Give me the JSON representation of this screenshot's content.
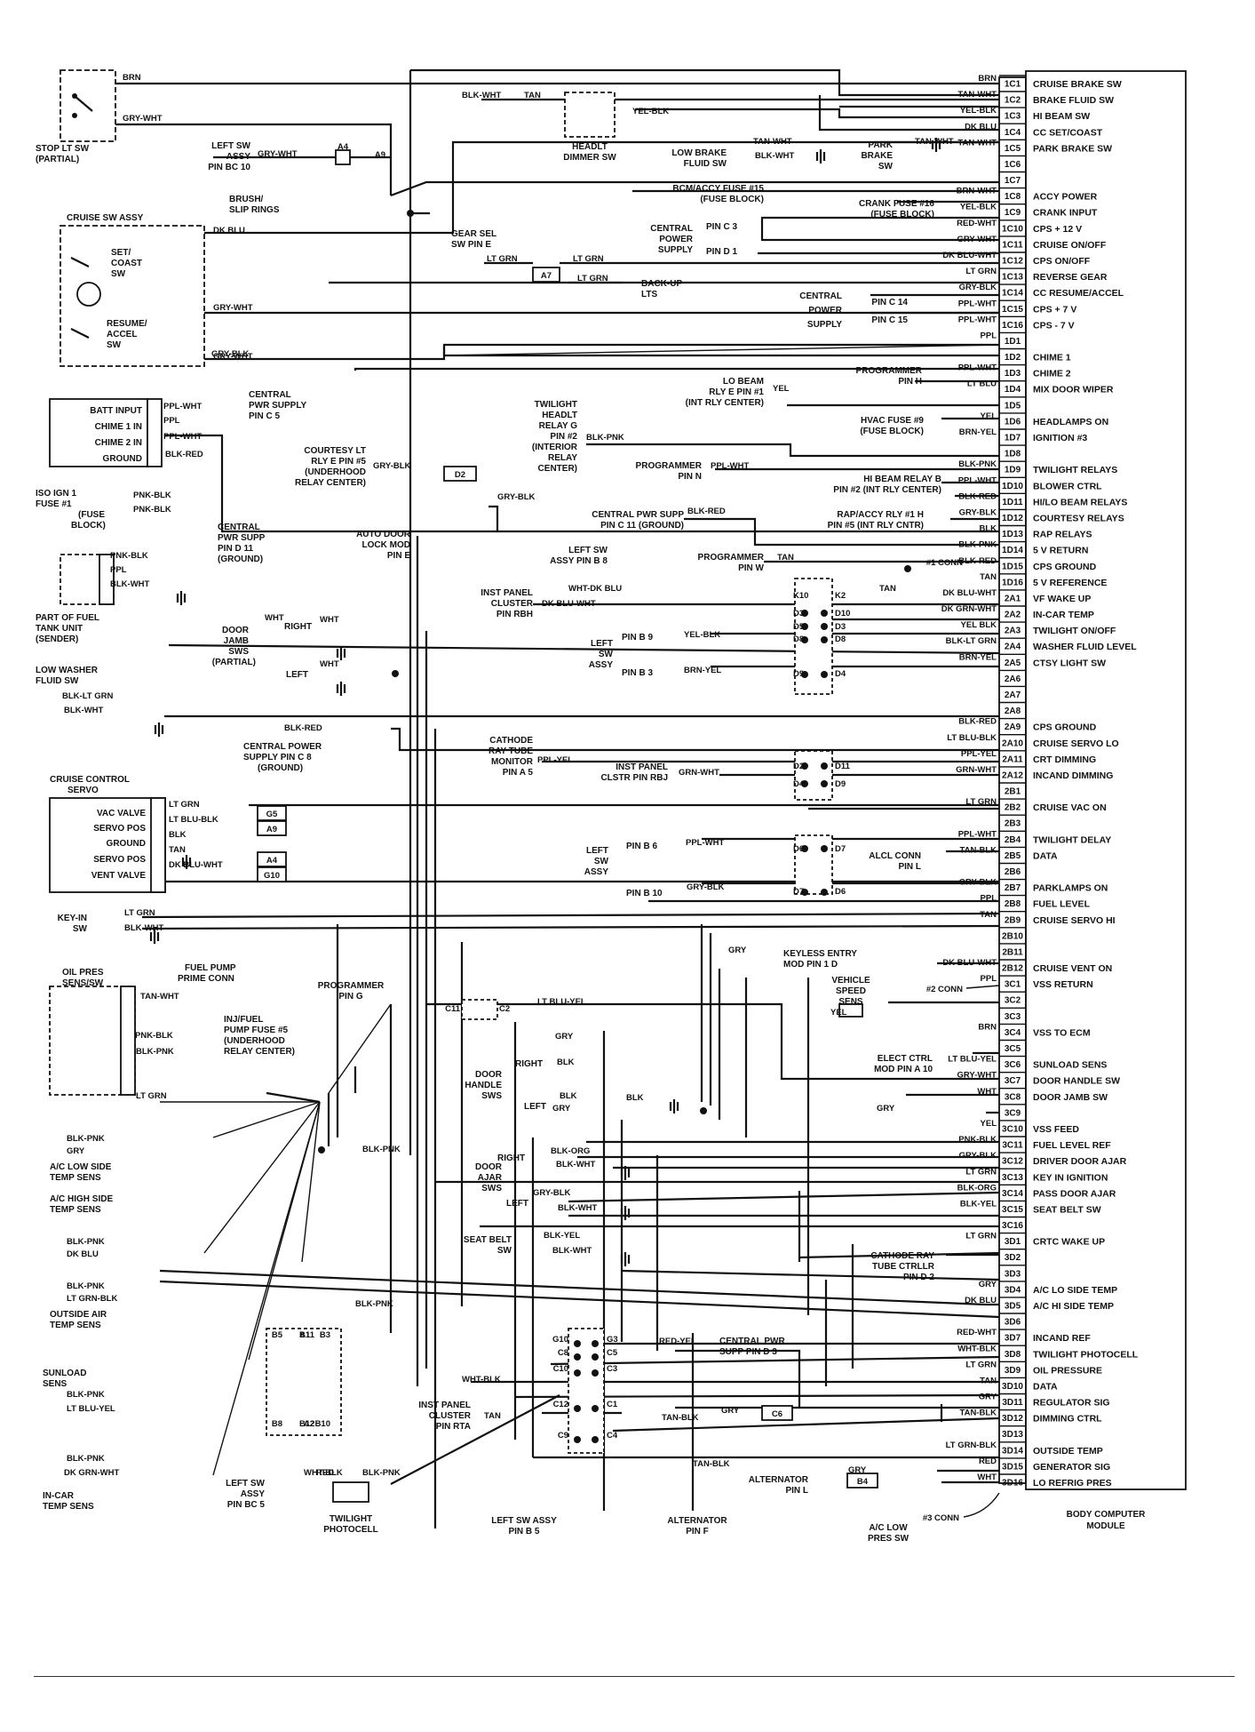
{
  "bcm": {
    "title_line1": "BODY COMPUTER",
    "title_line2": "MODULE",
    "pins": [
      {
        "pin": "1C1",
        "wire": "BRN",
        "signal": "CRUISE BRAKE SW"
      },
      {
        "pin": "1C2",
        "wire": "TAN-WHT",
        "signal": "BRAKE FLUID SW"
      },
      {
        "pin": "1C3",
        "wire": "YEL-BLK",
        "signal": "HI BEAM SW"
      },
      {
        "pin": "1C4",
        "wire": "DK BLU",
        "signal": "CC SET/COAST"
      },
      {
        "pin": "1C5",
        "wire": "TAN-WHT",
        "signal": "PARK BRAKE SW"
      },
      {
        "pin": "1C6",
        "wire": "",
        "signal": ""
      },
      {
        "pin": "1C7",
        "wire": "",
        "signal": ""
      },
      {
        "pin": "1C8",
        "wire": "BRN-WHT",
        "signal": "ACCY POWER"
      },
      {
        "pin": "1C9",
        "wire": "YEL-BLK",
        "signal": "CRANK INPUT"
      },
      {
        "pin": "1C10",
        "wire": "RED-WHT",
        "signal": "CPS + 12 V"
      },
      {
        "pin": "1C11",
        "wire": "GRY-WHT",
        "signal": "CRUISE ON/OFF"
      },
      {
        "pin": "1C12",
        "wire": "DK BLU-WHT",
        "signal": "CPS ON/OFF"
      },
      {
        "pin": "1C13",
        "wire": "LT GRN",
        "signal": "REVERSE GEAR"
      },
      {
        "pin": "1C14",
        "wire": "GRY-BLK",
        "signal": "CC RESUME/ACCEL"
      },
      {
        "pin": "1C15",
        "wire": "PPL-WHT",
        "signal": "CPS + 7 V"
      },
      {
        "pin": "1C16",
        "wire": "PPL-WHT",
        "signal": "CPS - 7 V"
      },
      {
        "pin": "1D1",
        "wire": "PPL",
        "signal": ""
      },
      {
        "pin": "1D2",
        "wire": "",
        "signal": "CHIME 1"
      },
      {
        "pin": "1D3",
        "wire": "PPL-WHT",
        "signal": "CHIME 2"
      },
      {
        "pin": "1D4",
        "wire": "LT BLU",
        "signal": "MIX DOOR WIPER"
      },
      {
        "pin": "1D5",
        "wire": "",
        "signal": ""
      },
      {
        "pin": "1D6",
        "wire": "YEL",
        "signal": "HEADLAMPS ON"
      },
      {
        "pin": "1D7",
        "wire": "BRN-YEL",
        "signal": "IGNITION #3"
      },
      {
        "pin": "1D8",
        "wire": "",
        "signal": ""
      },
      {
        "pin": "1D9",
        "wire": "BLK-PNK",
        "signal": "TWILIGHT RELAYS"
      },
      {
        "pin": "1D10",
        "wire": "PPL-WHT",
        "signal": "BLOWER CTRL"
      },
      {
        "pin": "1D11",
        "wire": "BLK-RED",
        "signal": "HI/LO BEAM RELAYS"
      },
      {
        "pin": "1D12",
        "wire": "GRY-BLK",
        "signal": "COURTESY RELAYS"
      },
      {
        "pin": "1D13",
        "wire": "BLK",
        "signal": "RAP RELAYS"
      },
      {
        "pin": "1D14",
        "wire": "BLK-PNK",
        "signal": "5 V RETURN"
      },
      {
        "pin": "1D15",
        "wire": "BLK-RED",
        "signal": "CPS GROUND"
      },
      {
        "pin": "1D16",
        "wire": "TAN",
        "signal": "5 V REFERENCE"
      },
      {
        "pin": "2A1",
        "wire": "DK BLU-WHT",
        "signal": "VF WAKE UP"
      },
      {
        "pin": "2A2",
        "wire": "DK GRN-WHT",
        "signal": "IN-CAR TEMP"
      },
      {
        "pin": "2A3",
        "wire": "YEL BLK",
        "signal": "TWILIGHT ON/OFF"
      },
      {
        "pin": "2A4",
        "wire": "BLK-LT GRN",
        "signal": "WASHER FLUID LEVEL"
      },
      {
        "pin": "2A5",
        "wire": "BRN-YEL",
        "signal": "CTSY LIGHT SW"
      },
      {
        "pin": "2A6",
        "wire": "",
        "signal": ""
      },
      {
        "pin": "2A7",
        "wire": "",
        "signal": ""
      },
      {
        "pin": "2A8",
        "wire": "",
        "signal": ""
      },
      {
        "pin": "2A9",
        "wire": "BLK-RED",
        "signal": "CPS GROUND"
      },
      {
        "pin": "2A10",
        "wire": "LT BLU-BLK",
        "signal": "CRUISE SERVO LO"
      },
      {
        "pin": "2A11",
        "wire": "PPL-YEL",
        "signal": "CRT DIMMING"
      },
      {
        "pin": "2A12",
        "wire": "GRN-WHT",
        "signal": "INCAND DIMMING"
      },
      {
        "pin": "2B1",
        "wire": "",
        "signal": ""
      },
      {
        "pin": "2B2",
        "wire": "LT GRN",
        "signal": "CRUISE VAC ON"
      },
      {
        "pin": "2B3",
        "wire": "",
        "signal": ""
      },
      {
        "pin": "2B4",
        "wire": "PPL-WHT",
        "signal": "TWILIGHT DELAY"
      },
      {
        "pin": "2B5",
        "wire": "TAN-BLK",
        "signal": "DATA"
      },
      {
        "pin": "2B6",
        "wire": "",
        "signal": ""
      },
      {
        "pin": "2B7",
        "wire": "GRY-BLK",
        "signal": "PARKLAMPS ON"
      },
      {
        "pin": "2B8",
        "wire": "PPL",
        "signal": "FUEL LEVEL"
      },
      {
        "pin": "2B9",
        "wire": "TAN",
        "signal": "CRUISE SERVO HI"
      },
      {
        "pin": "2B10",
        "wire": "",
        "signal": ""
      },
      {
        "pin": "2B11",
        "wire": "",
        "signal": ""
      },
      {
        "pin": "2B12",
        "wire": "DK BLU-WHT",
        "signal": "CRUISE VENT ON"
      },
      {
        "pin": "3C1",
        "wire": "PPL",
        "signal": "VSS RETURN"
      },
      {
        "pin": "3C2",
        "wire": "",
        "signal": ""
      },
      {
        "pin": "3C3",
        "wire": "",
        "signal": ""
      },
      {
        "pin": "3C4",
        "wire": "BRN",
        "signal": "VSS TO ECM"
      },
      {
        "pin": "3C5",
        "wire": "",
        "signal": ""
      },
      {
        "pin": "3C6",
        "wire": "LT BLU-YEL",
        "signal": "SUNLOAD SENS"
      },
      {
        "pin": "3C7",
        "wire": "GRY-WHT",
        "signal": "DOOR HANDLE SW"
      },
      {
        "pin": "3C8",
        "wire": "WHT",
        "signal": "DOOR JAMB SW"
      },
      {
        "pin": "3C9",
        "wire": "",
        "signal": ""
      },
      {
        "pin": "3C10",
        "wire": "YEL",
        "signal": "VSS FEED"
      },
      {
        "pin": "3C11",
        "wire": "PNK-BLK",
        "signal": "FUEL LEVEL REF"
      },
      {
        "pin": "3C12",
        "wire": "GRY-BLK",
        "signal": "DRIVER DOOR AJAR"
      },
      {
        "pin": "3C13",
        "wire": "LT GRN",
        "signal": "KEY IN IGNITION"
      },
      {
        "pin": "3C14",
        "wire": "BLK-ORG",
        "signal": "PASS DOOR AJAR"
      },
      {
        "pin": "3C15",
        "wire": "BLK-YEL",
        "signal": "SEAT BELT SW"
      },
      {
        "pin": "3C16",
        "wire": "",
        "signal": ""
      },
      {
        "pin": "3D1",
        "wire": "LT GRN",
        "signal": "CRTC WAKE UP"
      },
      {
        "pin": "3D2",
        "wire": "",
        "signal": ""
      },
      {
        "pin": "3D3",
        "wire": "",
        "signal": ""
      },
      {
        "pin": "3D4",
        "wire": "GRY",
        "signal": "A/C LO SIDE TEMP"
      },
      {
        "pin": "3D5",
        "wire": "DK BLU",
        "signal": "A/C HI SIDE TEMP"
      },
      {
        "pin": "3D6",
        "wire": "",
        "signal": ""
      },
      {
        "pin": "3D7",
        "wire": "RED-WHT",
        "signal": "INCAND REF"
      },
      {
        "pin": "3D8",
        "wire": "WHT-BLK",
        "signal": "TWILIGHT PHOTOCELL"
      },
      {
        "pin": "3D9",
        "wire": "LT GRN",
        "signal": "OIL PRESSURE"
      },
      {
        "pin": "3D10",
        "wire": "TAN",
        "signal": "DATA"
      },
      {
        "pin": "3D11",
        "wire": "GRY",
        "signal": "REGULATOR SIG"
      },
      {
        "pin": "3D12",
        "wire": "TAN-BLK",
        "signal": "DIMMING CTRL"
      },
      {
        "pin": "3D13",
        "wire": "",
        "signal": ""
      },
      {
        "pin": "3D14",
        "wire": "LT GRN-BLK",
        "signal": "OUTSIDE TEMP"
      },
      {
        "pin": "3D15",
        "wire": "RED",
        "signal": "GENERATOR SIG"
      },
      {
        "pin": "3D16",
        "wire": "WHT",
        "signal": "LO REFRIG PRES"
      }
    ],
    "conns": [
      "#1 CONN",
      "#2 CONN",
      "#3 CONN"
    ]
  },
  "components": {
    "stop_lt_sw": [
      "STOP LT SW",
      "(PARTIAL)"
    ],
    "left_sw_bc10": [
      "LEFT SW",
      "ASSY",
      "PIN BC 10"
    ],
    "brush": [
      "BRUSH/",
      "SLIP RINGS"
    ],
    "cruise_sw_assy": "CRUISE SW ASSY",
    "set_coast": [
      "SET/",
      "COAST",
      "SW"
    ],
    "resume_accel": [
      "RESUME/",
      "ACCEL",
      "SW"
    ],
    "headlt_dimmer": [
      "HEADLT",
      "DIMMER SW"
    ],
    "low_brake_fluid": [
      "LOW BRAKE",
      "FLUID SW"
    ],
    "park_brake": [
      "PARK",
      "BRAKE",
      "SW"
    ],
    "bcm_accy_fuse": [
      "BCM/ACCY FUSE #15",
      "(FUSE BLOCK)"
    ],
    "crank_fuse": [
      "CRANK FUSE #16",
      "(FUSE BLOCK)"
    ],
    "central_power_supply_1": [
      "CENTRAL",
      "POWER",
      "SUPPLY"
    ],
    "cps_pin_c3": "PIN C 3",
    "cps_pin_d1": "PIN D 1",
    "gear_sel": [
      "GEAR SEL",
      "SW PIN E"
    ],
    "back_up": [
      "BACK-UP",
      "LTS"
    ],
    "central_power_supply_2": [
      "CENTRAL",
      "POWER",
      "SUPPLY"
    ],
    "cps_pin_c14": "PIN C 14",
    "cps_pin_c15": "PIN C 15",
    "batt_input": [
      "BATT INPUT",
      "CHIME 1 IN",
      "CHIME 2 IN",
      "GROUND"
    ],
    "central_pwr_supply_c5": [
      "CENTRAL",
      "PWR SUPPLY",
      "PIN C 5"
    ],
    "lo_beam": [
      "LO BEAM",
      "RLY E PIN #1",
      "(INT RLY CENTER)"
    ],
    "programmer_h": [
      "PROGRAMMER",
      "PIN H"
    ],
    "twilight_relay": [
      "TWILIGHT",
      "HEADLT",
      "RELAY G",
      "PIN #2",
      "(INTERIOR",
      "RELAY",
      "CENTER)"
    ],
    "hvac_fuse": [
      "HVAC FUSE #9",
      "(FUSE BLOCK)"
    ],
    "courtesy_relay": [
      "COURTESY LT",
      "RLY E PIN #5",
      "(UNDERHOOD",
      "RELAY CENTER)"
    ],
    "programmer_n": [
      "PROGRAMMER",
      "PIN N"
    ],
    "hi_beam_relay": [
      "HI BEAM RELAY B",
      "PIN #2 (INT RLY CENTER)"
    ],
    "iso_ign": [
      "ISO IGN 1",
      "FUSE #1",
      "(FUSE",
      "BLOCK)"
    ],
    "central_pwr_supp_c11": [
      "CENTRAL PWR SUPP",
      "PIN C 11 (GROUND)"
    ],
    "rap_accy": [
      "RAP/ACCY RLY #1 H",
      "PIN #5 (INT RLY CNTR)"
    ],
    "central_pwr_supp_d11": [
      "CENTRAL",
      "PWR SUPP",
      "PIN D 11",
      "(GROUND)"
    ],
    "auto_door_lock": [
      "AUTO DOOR",
      "LOCK MOD",
      "PIN E"
    ],
    "left_sw_b8": [
      "LEFT SW",
      "ASSY PIN B 8"
    ],
    "programmer_w": [
      "PROGRAMMER",
      "PIN W"
    ],
    "fuel_tank": [
      "PART OF FUEL",
      "TANK UNIT",
      "(SENDER)"
    ],
    "inst_panel_rbh": [
      "INST PANEL",
      "CLUSTER",
      "PIN RBH"
    ],
    "door_jamb": [
      "DOOR",
      "JAMB",
      "SWS",
      "(PARTIAL)"
    ],
    "left_sw_assy_b9": [
      "LEFT",
      "SW",
      "ASSY"
    ],
    "pin_b9": "PIN B 9",
    "pin_b3": "PIN B 3",
    "low_washer": [
      "LOW WASHER",
      "FLUID SW"
    ],
    "central_power_c8": [
      "CENTRAL POWER",
      "SUPPLY PIN C 8",
      "(GROUND)"
    ],
    "crt_monitor": [
      "CATHODE",
      "RAY TUBE",
      "MONITOR",
      "PIN A 5"
    ],
    "inst_panel_rbj": [
      "INST PANEL",
      "CLSTR PIN RBJ"
    ],
    "cruise_servo": [
      "CRUISE CONTROL",
      "SERVO"
    ],
    "servo_pins": [
      "VAC VALVE",
      "SERVO POS",
      "GROUND",
      "SERVO POS",
      "VENT VALVE"
    ],
    "left_sw_assy_b6": [
      "LEFT",
      "SW",
      "ASSY"
    ],
    "pin_b6": "PIN B 6",
    "pin_b10": "PIN B 10",
    "alcl": [
      "ALCL CONN",
      "PIN L"
    ],
    "key_in": [
      "KEY-IN",
      "SW"
    ],
    "keyless": [
      "KEYLESS ENTRY",
      "MOD PIN 1 D"
    ],
    "oil_pres": [
      "OIL PRES",
      "SENS/SW"
    ],
    "fuel_pump": [
      "FUEL PUMP",
      "PRIME CONN"
    ],
    "programmer_g": [
      "PROGRAMMER",
      "PIN G"
    ],
    "vss": [
      "VEHICLE",
      "SPEED",
      "SENS"
    ],
    "inj_fuse": [
      "INJ/FUEL",
      "PUMP FUSE #5",
      "(UNDERHOOD",
      "RELAY CENTER)"
    ],
    "elect_ctrl": [
      "ELECT CTRL",
      "MOD PIN A 10"
    ],
    "door_handle": [
      "DOOR",
      "HANDLE",
      "SWS"
    ],
    "ac_low": [
      "A/C LOW SIDE",
      "TEMP SENS"
    ],
    "ac_high": [
      "A/C HIGH SIDE",
      "TEMP SENS"
    ],
    "door_ajar": [
      "DOOR",
      "AJAR",
      "SWS"
    ],
    "seat_belt": [
      "SEAT BELT",
      "SW"
    ],
    "crt_ctrllr": [
      "CATHODE RAY",
      "TUBE CTRLLR",
      "PIN D 2"
    ],
    "outside_air": [
      "OUTSIDE AIR",
      "TEMP SENS"
    ],
    "sunload": [
      "SUNLOAD",
      "SENS"
    ],
    "central_pwr_d3": [
      "CENTRAL PWR",
      "SUPP PIN D 3"
    ],
    "inst_panel_rta": [
      "INST PANEL",
      "CLUSTER",
      "PIN RTA"
    ],
    "in_car": [
      "IN-CAR",
      "TEMP SENS"
    ],
    "left_sw_bc5": [
      "LEFT SW",
      "ASSY",
      "PIN BC 5"
    ],
    "twilight_photo": [
      "TWILIGHT",
      "PHOTOCELL"
    ],
    "left_sw_b5": [
      "LEFT SW ASSY",
      "PIN B 5"
    ],
    "alternator_f": [
      "ALTERNATOR",
      "PIN F"
    ],
    "alternator_l": [
      "ALTERNATOR",
      "PIN L"
    ],
    "ac_low_pres": [
      "A/C LOW",
      "PRES SW"
    ],
    "right": "RIGHT",
    "left": "LEFT"
  },
  "splices": [
    "A4",
    "A9",
    "A7",
    "D2",
    "G5",
    "A9",
    "A4",
    "G10",
    "C6",
    "B4"
  ],
  "conn_pins": [
    "K10",
    "K2",
    "D3",
    "D10",
    "D5",
    "D8",
    "D8",
    "D3",
    "D9",
    "D4",
    "D2",
    "D11",
    "D4",
    "D9",
    "D6",
    "D7",
    "D7",
    "D6",
    "C11",
    "C2",
    "G10",
    "G3",
    "C8",
    "C5",
    "C10",
    "C3",
    "C12",
    "C1",
    "C9",
    "C4",
    "B5",
    "B1",
    "A11",
    "B3",
    "B8",
    "B12",
    "A2",
    "B10"
  ],
  "wire_labels": [
    "BRN",
    "GRY-WHT",
    "BLK-WHT",
    "TAN",
    "YEL-BLK",
    "GRY-WHT",
    "TAN-WHT",
    "BLK-WHT",
    "TAN-WHT",
    "DK BLU",
    "GRY-WHT",
    "GRY-BLK",
    "GRY-WHT",
    "LT GRN",
    "LT GRN",
    "LT GRN",
    "PPL-WHT",
    "PPL",
    "PPL-WHT",
    "BLK-RED",
    "YEL",
    "BLK-PNK",
    "GRY-BLK",
    "PPL-WHT",
    "GRY-BLK",
    "PNK-BLK",
    "PNK-BLK",
    "BLK-RED",
    "PNK-BLK",
    "PPL",
    "BLK-WHT",
    "WHT",
    "TAN",
    "WHT-DK BLU",
    "TAN",
    "DK BLU-WHT",
    "WHT",
    "WHT",
    "YEL-BLK",
    "BRN-YEL",
    "BLK-LT GRN",
    "BLK-WHT",
    "BLK-RED",
    "PPL-YEL",
    "GRN-WHT",
    "LT GRN",
    "LT BLU-BLK",
    "BLK",
    "TAN",
    "DK BLU-WHT",
    "PPL-WHT",
    "GRY-BLK",
    "LT GRN",
    "BLK-WHT",
    "GRY",
    "TAN-WHT",
    "PNK-BLK",
    "BLK-PNK",
    "LT GRN",
    "BLK-PNK",
    "LT BLU-YEL",
    "GRY",
    "BLK",
    "BLK",
    "BLK",
    "GRY",
    "YEL",
    "GRY",
    "BLK-ORG",
    "BLK-WHT",
    "GRY-BLK",
    "BLK-WHT",
    "BLK-YEL",
    "BLK-WHT",
    "BLK-PNK",
    "GRY",
    "BLK-PNK",
    "DK BLU",
    "BLK-PNK",
    "LT GRN-BLK",
    "BLK-PNK",
    "LT BLU-YEL",
    "BLK-PNK",
    "DK GRN-WHT",
    "RED-YEL",
    "WHT-BLK",
    "TAN",
    "TAN-BLK",
    "GRY",
    "TAN-BLK",
    "GRY",
    "RED",
    "BLK-PNK",
    "WHT-BLK",
    "BLK-PNK"
  ]
}
